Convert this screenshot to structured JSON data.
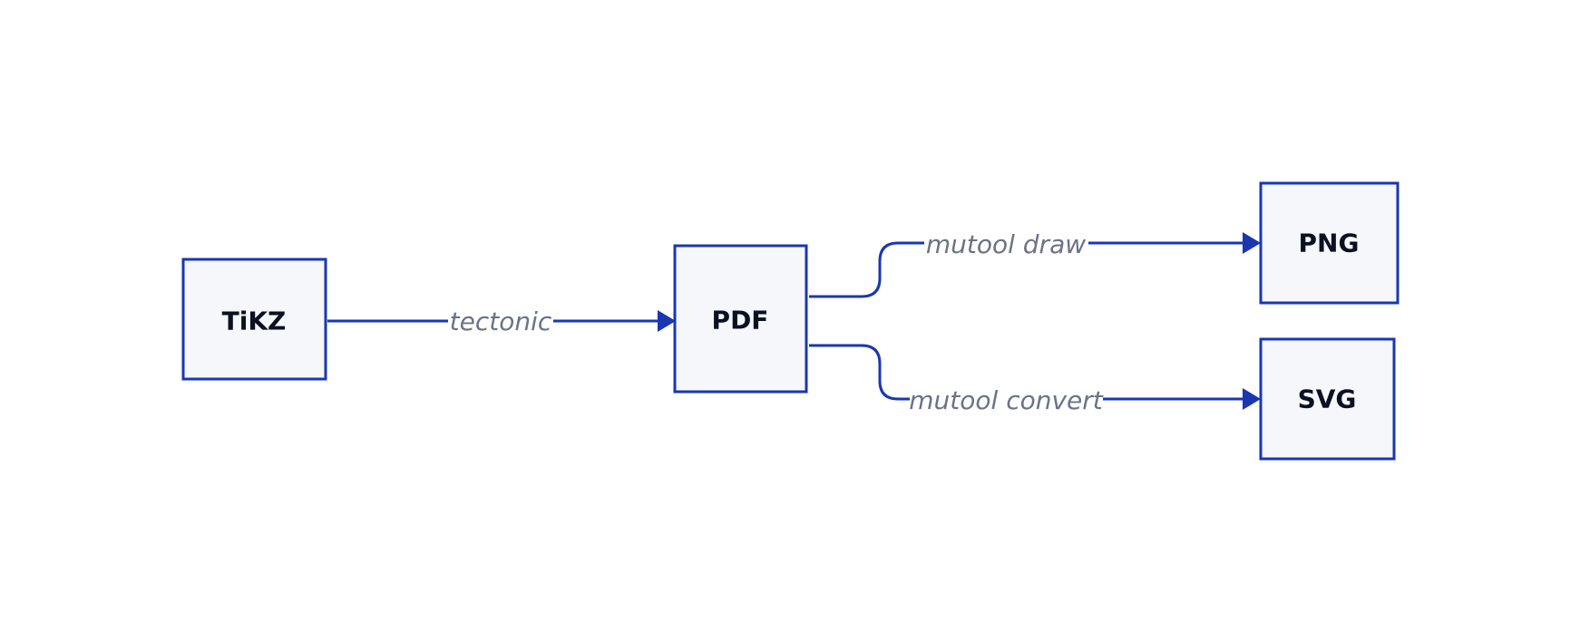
{
  "diagram": {
    "nodes": {
      "tikz": {
        "label": "TiKZ"
      },
      "pdf": {
        "label": "PDF"
      },
      "png": {
        "label": "PNG"
      },
      "svg": {
        "label": "SVG"
      }
    },
    "edges": {
      "tectonic": {
        "label": "tectonic",
        "from": "TiKZ",
        "to": "PDF"
      },
      "mutool_draw": {
        "label": "mutool draw",
        "from": "PDF",
        "to": "PNG"
      },
      "mutool_convert": {
        "label": "mutool convert",
        "from": "PDF",
        "to": "SVG"
      }
    }
  },
  "colors": {
    "stroke": "#1a37b0",
    "node_fill": "#f5f7fb",
    "node_text": "#0c1020",
    "edge_text": "#6b7385"
  }
}
